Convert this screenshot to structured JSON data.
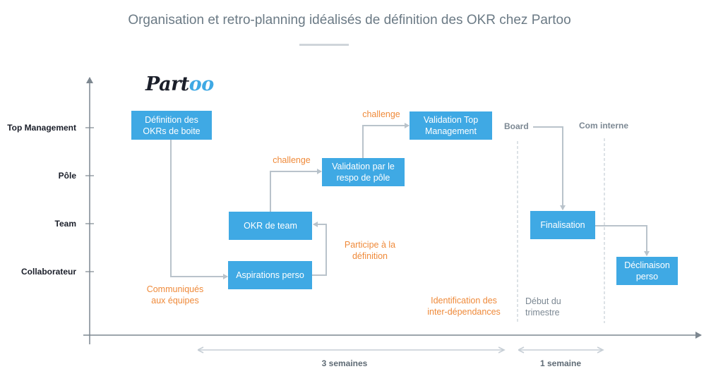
{
  "title": "Organisation et retro-planning idéalisés de définition des OKR chez Partoo",
  "logo": {
    "prefix": "Part",
    "suffix": "oo"
  },
  "levels": [
    "Top Management",
    "Pôle",
    "Team",
    "Collaborateur"
  ],
  "boxes": {
    "definition": "Définition des OKRs de boite",
    "validation_top": "Validation Top Management",
    "validation_pole": "Validation par le respo de pôle",
    "okr_team": "OKR de team",
    "aspirations": "Aspirations perso",
    "finalisation": "Finalisation",
    "declinaison": "Déclinaison perso"
  },
  "notes": {
    "challenge_1": "challenge",
    "challenge_2": "challenge",
    "participe": "Participe à la définition",
    "communiques": "Communiqués aux équipes",
    "identification": "Identification des inter-dépendances"
  },
  "milestones": {
    "board": "Board",
    "com_interne": "Com interne",
    "debut": "Début du trimestre"
  },
  "durations": {
    "three_weeks": "3 semaines",
    "one_week": "1 semaine"
  },
  "colors": {
    "box": "#3fa9e4",
    "connector": "#b9c3cb",
    "axis": "#7d8790",
    "orange": "#ef8a3a"
  }
}
